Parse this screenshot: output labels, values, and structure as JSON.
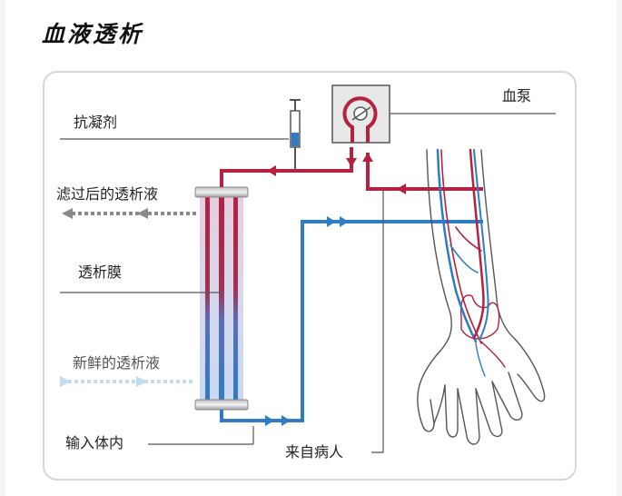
{
  "title": "血液透析",
  "labels": {
    "anticoagulant": "抗凝剂",
    "used_dialysate": "滤过后的透析液",
    "membrane": "透析膜",
    "fresh_dialysate": "新鲜的透析液",
    "return_to_body": "输入体内",
    "blood_pump": "血泵",
    "from_patient": "来自病人"
  },
  "colors": {
    "arterial_red": "#b5213e",
    "venous_blue": "#2f7cc4",
    "used_dialysate_gray": "#8a8a8a",
    "fresh_dialysate_lightblue": "#c3ddef",
    "leader_line": "#555555"
  }
}
